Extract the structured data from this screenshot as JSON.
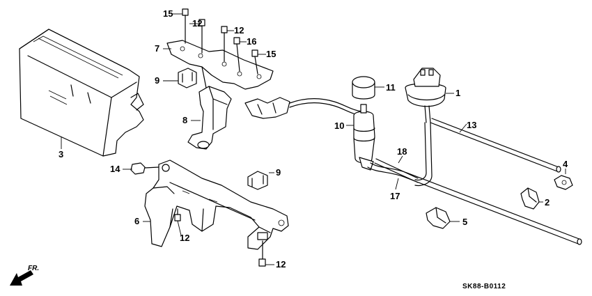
{
  "diagram": {
    "diagram_code": "SK88-B0112",
    "direction_label": "FR.",
    "callouts": {
      "c1": "1",
      "c2": "2",
      "c3": "3",
      "c4": "4",
      "c5": "5",
      "c6": "6",
      "c7": "7",
      "c8": "8",
      "c9a": "9",
      "c9b": "9",
      "c10": "10",
      "c11": "11",
      "c12a": "12",
      "c12b": "12",
      "c12c": "12",
      "c12d": "12",
      "c13": "13",
      "c14": "14",
      "c15a": "15",
      "c15b": "15",
      "c16": "16",
      "c17": "17",
      "c18": "18"
    }
  }
}
